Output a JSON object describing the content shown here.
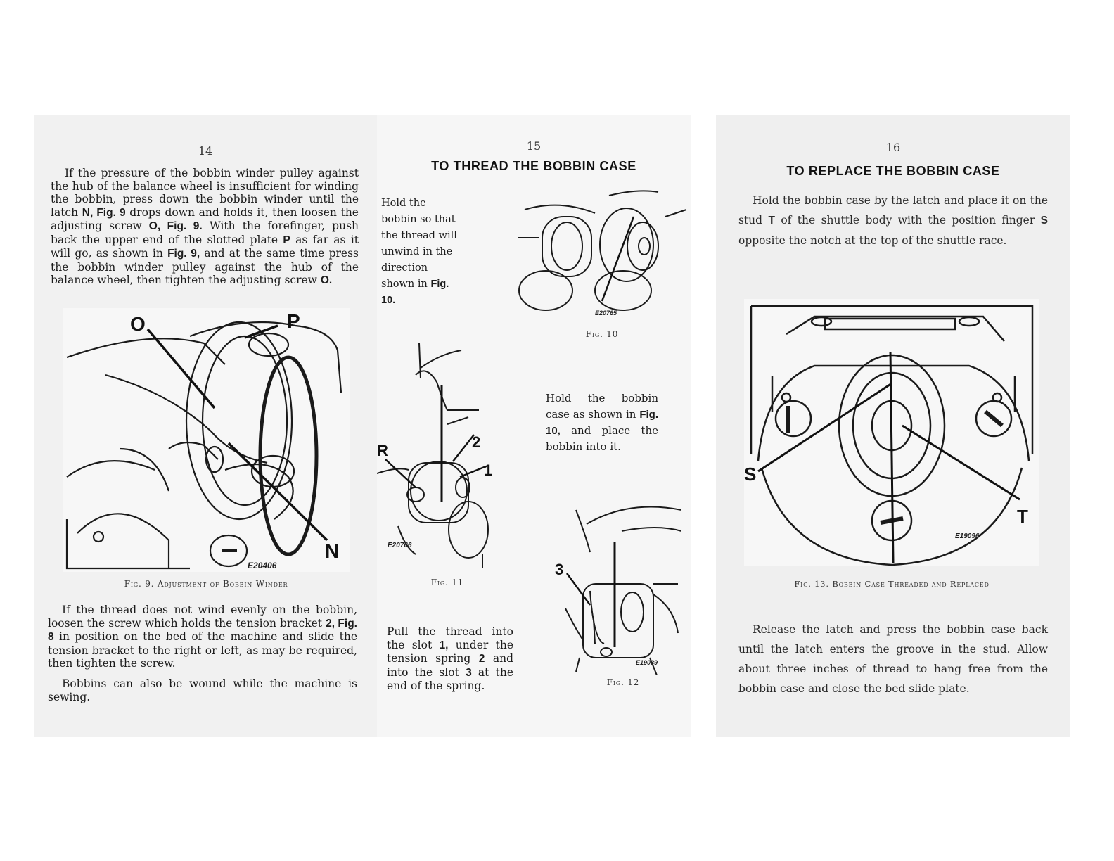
{
  "left_page": {
    "page_number": "14",
    "para1": [
      "If the pressure of the bobbin winder pulley against the hub of the balance wheel is insufficient for winding the bobbin, press down the bobbin winder until the latch ",
      "N, Fig. 9",
      " drops down and holds it, then loosen the adjusting screw ",
      "O, Fig. 9.",
      " With the forefinger, push back the upper end of the slotted plate ",
      "P",
      " as far as it will go, as shown in ",
      "Fig. 9,",
      " and at the same time press the bobbin winder pulley against the hub of the balance wheel, then tighten the adjusting screw ",
      "O."
    ],
    "figure": {
      "labels": [
        "O",
        "P",
        "N"
      ],
      "code": "E20406",
      "caption": "Fig. 9. Adjustment of Bobbin Winder"
    },
    "para2": [
      "If the thread does not wind evenly on the bobbin, loosen the screw which holds the tension bracket ",
      "2, Fig. 8",
      " in position on the bed of the machine and slide the tension bracket to the right or left, as may be required, then tighten the screw."
    ],
    "para3": "Bobbins can also be wound while the machine is sewing."
  },
  "middle_page": {
    "page_number": "15",
    "heading": "TO THREAD THE BOBBIN CASE",
    "hold_text": [
      "Hold the bobbin so that the thread will unwind in the direction shown in ",
      "Fig. 10."
    ],
    "fig10": {
      "code": "E20765",
      "caption": "Fig. 10"
    },
    "fig11": {
      "labels": [
        "R",
        "2",
        "1"
      ],
      "code": "E20766",
      "caption": "Fig. 11"
    },
    "hold_case_text": [
      "Hold the bobbin case as shown in ",
      "Fig. 10,",
      " and place the bobbin into it."
    ],
    "pull_text": [
      "Pull the thread into the slot ",
      "1,",
      " under the tension spring ",
      "2",
      " and into the slot ",
      "3",
      " at the end of the spring."
    ],
    "fig12": {
      "labels": [
        "3"
      ],
      "code": "E19089",
      "caption": "Fig. 12"
    }
  },
  "right_page": {
    "page_number": "16",
    "heading": "TO REPLACE THE BOBBIN CASE",
    "para1": [
      "Hold the bobbin case by the latch and place it on the stud ",
      "T",
      " of the shuttle body with the position finger ",
      "S",
      " opposite the notch at the top of the shuttle race."
    ],
    "figure": {
      "labels": [
        "S",
        "T"
      ],
      "code": "E19096",
      "caption": "Fig. 13. Bobbin Case Threaded and Replaced"
    },
    "para2": "Release the latch and press the bobbin case back until the latch enters the groove in the stud. Allow about three inches of thread to hang free from the bobbin case and close the bed slide plate."
  }
}
